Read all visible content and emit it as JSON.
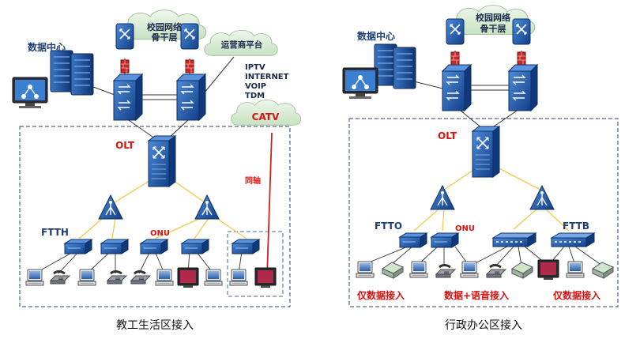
{
  "left": {
    "data_center_label": "数据中心",
    "campus_cloud_label_line1": "校园网络",
    "campus_cloud_label_line2": "骨干层",
    "operator_cloud_label": "运营商平台",
    "services": [
      "IPTV",
      "INTERNET",
      "VOIP",
      "TDM"
    ],
    "catv_label": "CATV",
    "coax_label": "同轴",
    "olt_label": "OLT",
    "ftth_label": "FTTH",
    "onu_label": "ONU",
    "caption": "教工生活区接入"
  },
  "right": {
    "data_center_label": "数据中心",
    "campus_cloud_label_line1": "校园网络",
    "campus_cloud_label_line2": "骨干层",
    "olt_label": "OLT",
    "ftto_label": "FTTO",
    "onu_label": "ONU",
    "fttb_label": "FTTB",
    "data_only_left": "仅数据接入",
    "data_voice": "数据+语音接入",
    "data_only_right": "仅数据接入",
    "caption": "行政办公区接入"
  },
  "colors": {
    "device_blue": "#1d4f9c",
    "cloud_green": "#d8ecd6",
    "link_yellow": "#f2c94c",
    "catv_red": "#cc2222",
    "label_red": "#e01010",
    "dash_blue": "#4a6a94"
  }
}
